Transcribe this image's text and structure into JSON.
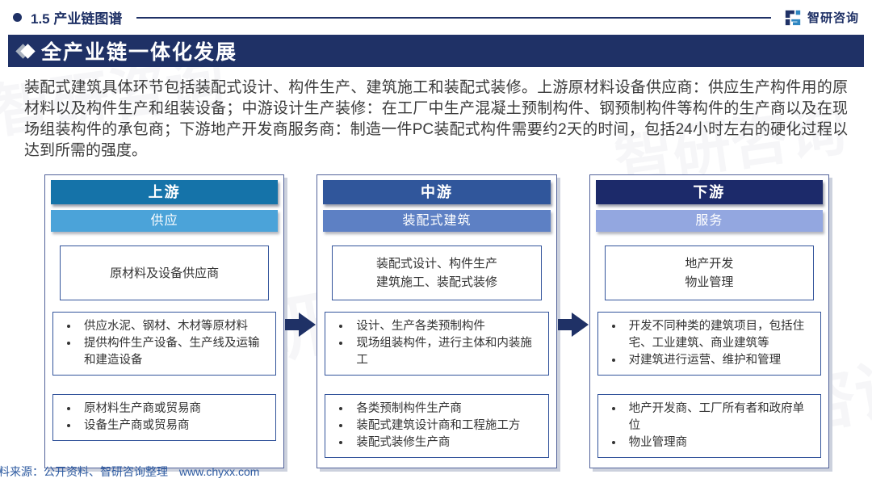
{
  "page": {
    "section_title": "1.5 产业链图谱",
    "brand": "智研咨询",
    "banner_title": "全产业链一体化发展",
    "intro": "装配式建筑具体环节包括装配式设计、构件生产、建筑施工和装配式装修。上游原材料设备供应商：供应生产构件用的原材料以及构件生产和组装设备；中游设计生产装修：在工厂中生产混凝土预制构件、钢预制构件等构件的生产商以及在现场组装构件的承包商；下游地产开发商服务商：制造一件PC装配式构件需要约2天的时间，包括24小时左右的硬化过程以达到所需的强度。",
    "footer_source": "资料来源：公开资料、智研咨询整理",
    "footer_site": "www.chyxx.com"
  },
  "colors": {
    "navy": "#1f3166",
    "arrow": "#1f3166",
    "footer_blue": "#2d5aa0"
  },
  "columns": [
    {
      "stage": "上游",
      "stage_color": "#1573a9",
      "category": "供应",
      "category_color": "#4ba3d9",
      "main_lines": [
        "原材料及设备供应商"
      ],
      "detail_bullets": [
        "供应水泥、钢材、木材等原材料",
        "提供构件生产设备、生产线及运输和建造设备"
      ],
      "player_bullets": [
        "原材料生产商或贸易商",
        "设备生产商或贸易商"
      ]
    },
    {
      "stage": "中游",
      "stage_color": "#30569b",
      "category": "装配式建筑",
      "category_color": "#5d80c4",
      "main_lines": [
        "装配式设计、构件生产",
        "建筑施工、装配式装修"
      ],
      "detail_bullets": [
        "设计、生产各类预制构件",
        "现场组装构件，进行主体和内装施工"
      ],
      "player_bullets": [
        "各类预制构件生产商",
        "装配式建筑设计商和工程施工方",
        "装配式装修生产商"
      ]
    },
    {
      "stage": "下游",
      "stage_color": "#1c2a6a",
      "category": "服务",
      "category_color": "#93a7e0",
      "main_lines": [
        "地产开发",
        "物业管理"
      ],
      "detail_bullets": [
        "开发不同种类的建筑项目，包括住宅、工业建筑、商业建筑等",
        "对建筑进行运营、维护和管理"
      ],
      "player_bullets": [
        "地产开发商、工厂所有者和政府单位",
        "物业管理商"
      ]
    }
  ]
}
